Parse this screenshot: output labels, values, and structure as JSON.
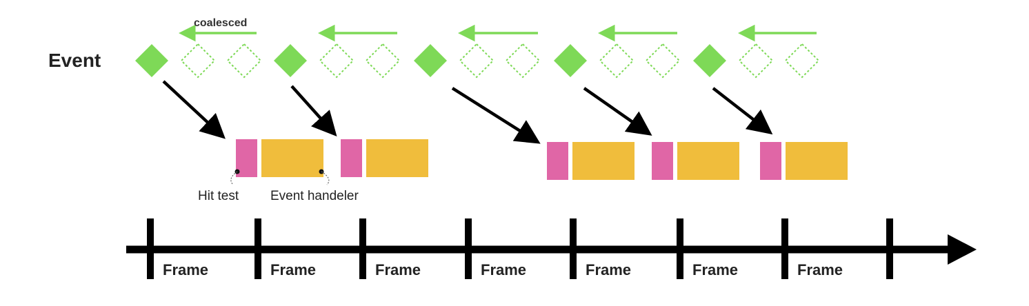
{
  "diagram": {
    "row_label": "Event",
    "coalesced_label": "coalesced",
    "hit_test_label": "Hit test",
    "event_handler_label": "Event handeler",
    "frame_label": "Frame",
    "frame_count": 7,
    "event_groups": 5,
    "coalesced_per_group": 2,
    "colors": {
      "event": "#7ed957",
      "hit_test": "#e066a6",
      "event_handler": "#f0bd3c",
      "axis": "#000000",
      "text": "#222222"
    }
  }
}
